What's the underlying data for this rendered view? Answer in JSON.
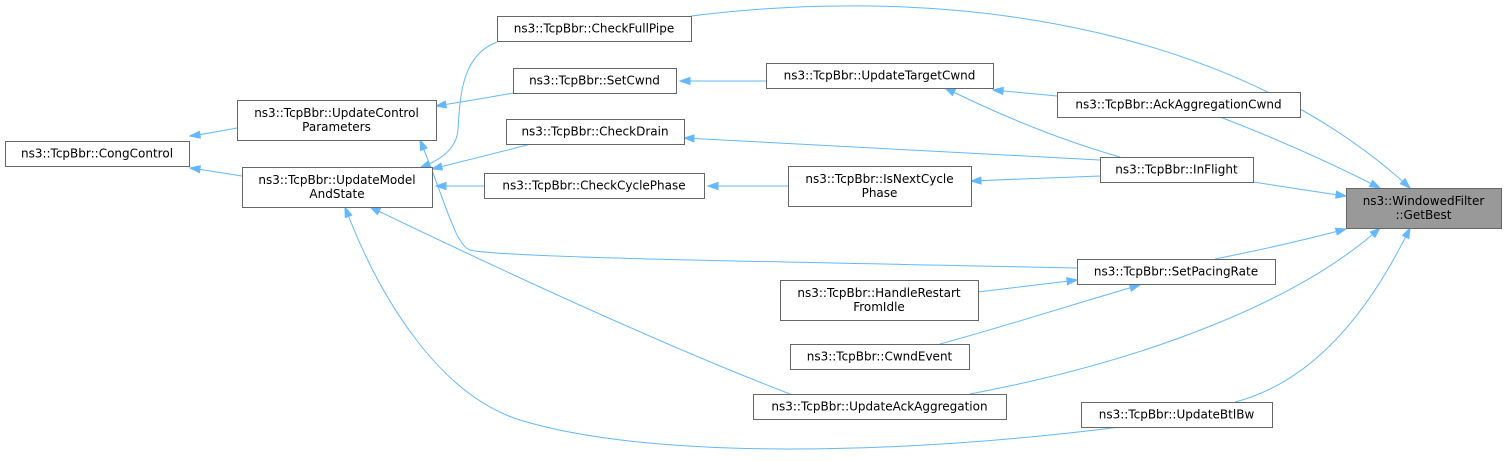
{
  "diagram": {
    "nodes": [
      {
        "id": "getbest",
        "lines": [
          "ns3::WindowedFilter",
          "::GetBest"
        ],
        "highlight": true
      },
      {
        "id": "congcontrol",
        "lines": [
          "ns3::TcpBbr::CongControl"
        ]
      },
      {
        "id": "updatecontrol",
        "lines": [
          "ns3::TcpBbr::UpdateControl",
          "Parameters"
        ]
      },
      {
        "id": "updatemodel",
        "lines": [
          "ns3::TcpBbr::UpdateModel",
          "AndState"
        ]
      },
      {
        "id": "checkfullpipe",
        "lines": [
          "ns3::TcpBbr::CheckFullPipe"
        ]
      },
      {
        "id": "setcwnd",
        "lines": [
          "ns3::TcpBbr::SetCwnd"
        ]
      },
      {
        "id": "checkdrain",
        "lines": [
          "ns3::TcpBbr::CheckDrain"
        ]
      },
      {
        "id": "checkcyclephase",
        "lines": [
          "ns3::TcpBbr::CheckCyclePhase"
        ]
      },
      {
        "id": "updatetargetcwnd",
        "lines": [
          "ns3::TcpBbr::UpdateTargetCwnd"
        ]
      },
      {
        "id": "isnextcyclephase",
        "lines": [
          "ns3::TcpBbr::IsNextCycle",
          "Phase"
        ]
      },
      {
        "id": "handlerestart",
        "lines": [
          "ns3::TcpBbr::HandleRestart",
          "FromIdle"
        ]
      },
      {
        "id": "cwndevent",
        "lines": [
          "ns3::TcpBbr::CwndEvent"
        ]
      },
      {
        "id": "updateackaggregation",
        "lines": [
          "ns3::TcpBbr::UpdateAckAggregation"
        ]
      },
      {
        "id": "ackaggregationcwnd",
        "lines": [
          "ns3::TcpBbr::AckAggregationCwnd"
        ]
      },
      {
        "id": "inflight",
        "lines": [
          "ns3::TcpBbr::InFlight"
        ]
      },
      {
        "id": "setpacingrate",
        "lines": [
          "ns3::TcpBbr::SetPacingRate"
        ]
      },
      {
        "id": "updatebtlbw",
        "lines": [
          "ns3::TcpBbr::UpdateBtlBw"
        ]
      }
    ],
    "edges": [
      {
        "from": "updatecontrol",
        "to": "congcontrol"
      },
      {
        "from": "updatemodel",
        "to": "congcontrol"
      },
      {
        "from": "setcwnd",
        "to": "updatecontrol"
      },
      {
        "from": "checkdrain",
        "to": "updatemodel"
      },
      {
        "from": "checkcyclephase",
        "to": "updatemodel"
      },
      {
        "from": "checkfullpipe",
        "to": "updatemodel"
      },
      {
        "from": "updatetargetcwnd",
        "to": "setcwnd"
      },
      {
        "from": "isnextcyclephase",
        "to": "checkcyclephase"
      },
      {
        "from": "ackaggregationcwnd",
        "to": "updatetargetcwnd"
      },
      {
        "from": "inflight",
        "to": "updatetargetcwnd"
      },
      {
        "from": "inflight",
        "to": "checkdrain"
      },
      {
        "from": "inflight",
        "to": "isnextcyclephase"
      },
      {
        "from": "setpacingrate",
        "to": "updatecontrol"
      },
      {
        "from": "handlerestart",
        "to": "setpacingrate"
      },
      {
        "from": "cwndevent",
        "to": "setpacingrate"
      },
      {
        "from": "updateackaggregation",
        "to": "updatemodel"
      },
      {
        "from": "updatebtlbw",
        "to": "updatemodel"
      },
      {
        "from": "checkfullpipe",
        "to": "getbest"
      },
      {
        "from": "ackaggregationcwnd",
        "to": "getbest"
      },
      {
        "from": "inflight",
        "to": "getbest"
      },
      {
        "from": "setpacingrate",
        "to": "getbest"
      },
      {
        "from": "updateackaggregation",
        "to": "getbest"
      },
      {
        "from": "updatebtlbw",
        "to": "getbest"
      }
    ]
  }
}
